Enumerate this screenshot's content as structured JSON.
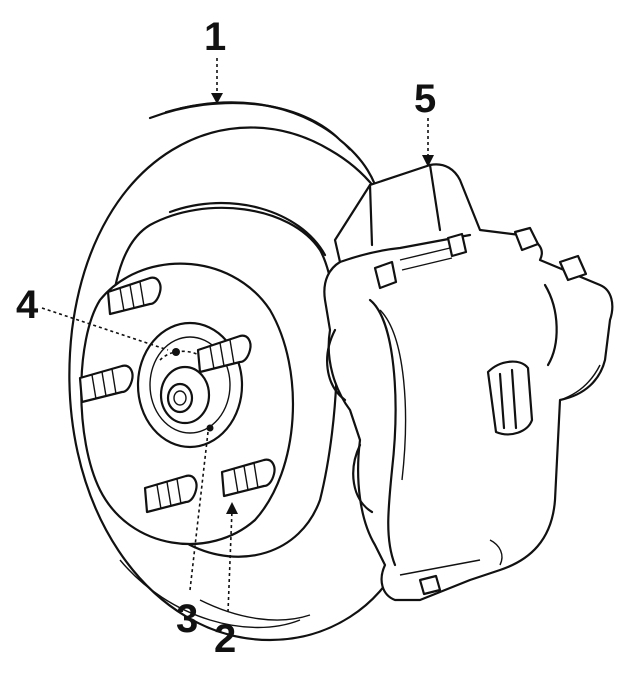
{
  "callouts": [
    {
      "label": "1"
    },
    {
      "label": "2"
    },
    {
      "label": "3"
    },
    {
      "label": "4"
    },
    {
      "label": "5"
    }
  ],
  "colors": {
    "ink": "#111111",
    "paper": "#ffffff"
  }
}
